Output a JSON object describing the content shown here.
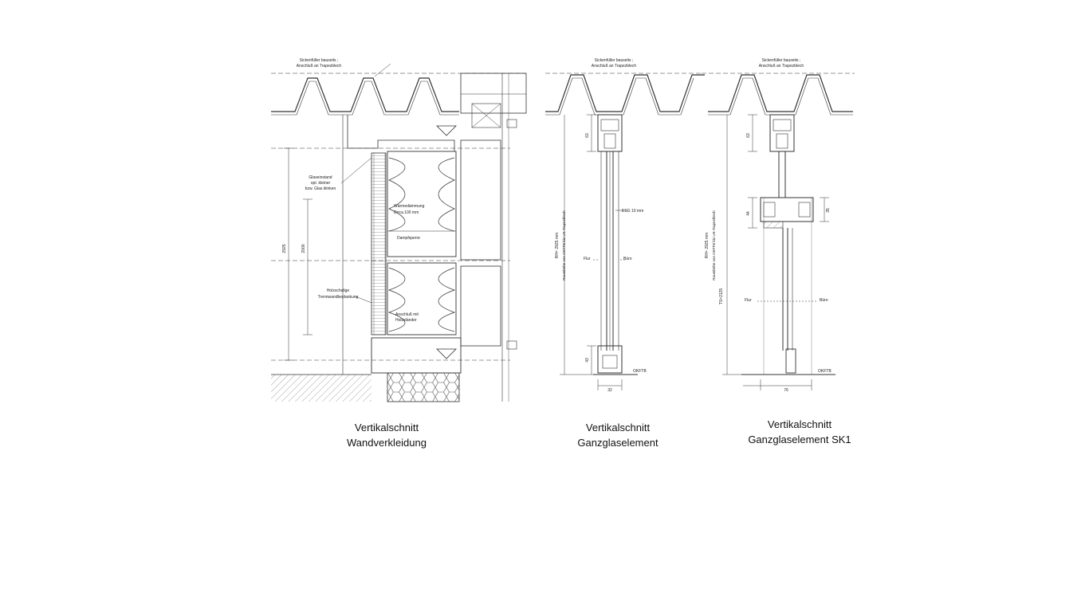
{
  "panels": [
    {
      "caption": [
        "Vertikalschnitt",
        "Wandverkleidung"
      ],
      "labels": {
        "top_note": [
          "Sickenfüller bauseits ;",
          "Anschluß an Trapezblech"
        ],
        "glass_note": [
          "Glaseinstand",
          "opt. kleiner",
          "bzw. Glas klinken"
        ],
        "insulation": [
          "Wärmedämmung",
          "D=ca.100 mm"
        ],
        "vapour": "Dampfsperre",
        "panel_note": [
          "Holzschalige",
          "Trennwandbeplankung"
        ],
        "joint_note": [
          "Anschluß mit",
          "Holzständer"
        ],
        "dim_outer": "2925",
        "dim_inner": "2000"
      }
    },
    {
      "caption": [
        "Vertikalschnitt",
        "Ganzglaselement"
      ],
      "labels": {
        "top_note": [
          "Sickenfüller bauseits ;",
          "Anschluß an Trapezblech"
        ],
        "dim_top": "63",
        "glass": "ESG 10 mm",
        "room_height": [
          "RH= 2925 mm",
          "Raumhöhe von OKFTB bis UK-Trapezblech"
        ],
        "left_room": "Flur",
        "right_room": "Büro",
        "dim_bottom": "43",
        "floor": "OKFTB",
        "width": "32"
      }
    },
    {
      "caption": [
        "Vertikalschnitt",
        "Ganzglaselement SK1"
      ],
      "labels": {
        "top_note": [
          "Sickenfüller bauseits ;",
          "Anschluß an Trapezblech"
        ],
        "dim_top": "63",
        "dim_mid": "44",
        "dim_side": "35",
        "room_height": [
          "RH= 2925 mm",
          "Raumhöhe von OKFTB bis UK-Trapezblech"
        ],
        "door_height": "TS=2125",
        "left_room": "Flur",
        "right_room": "Büro",
        "floor": "OKFTB",
        "width": "76"
      }
    }
  ],
  "colors": {
    "line": "#333333",
    "ink": "#111111",
    "background": "#ffffff"
  }
}
